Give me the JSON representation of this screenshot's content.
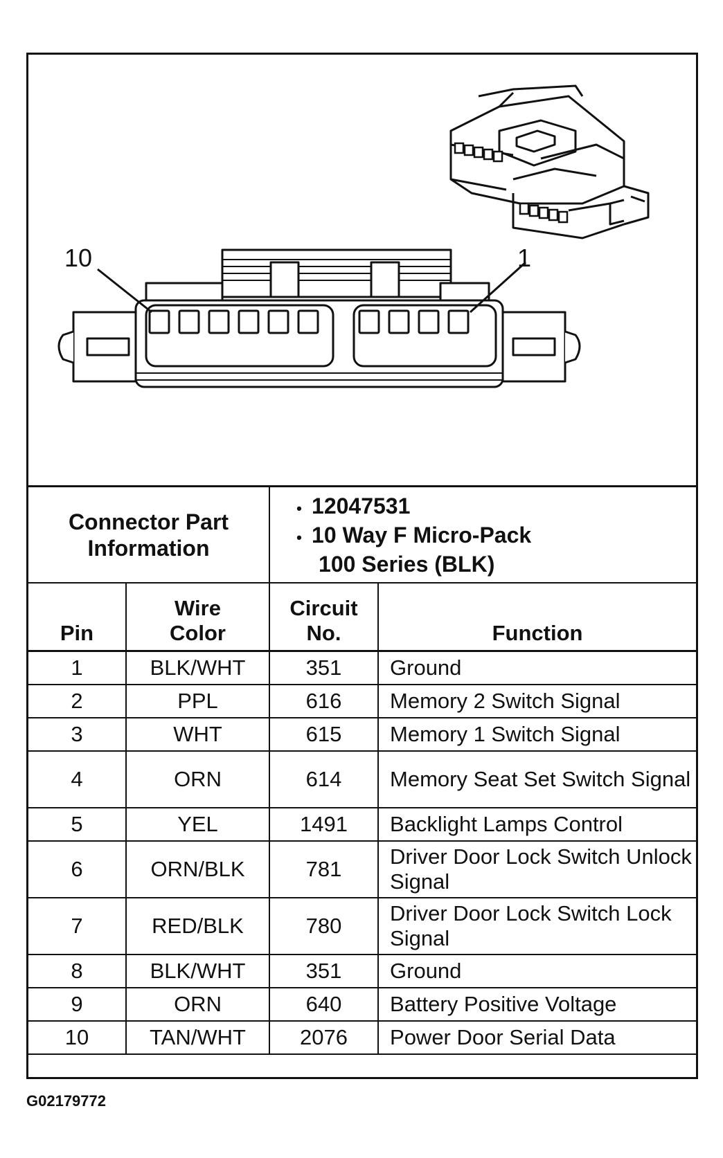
{
  "diagram": {
    "pin_label_left": "10",
    "pin_label_right": "1"
  },
  "connector_info": {
    "label": "Connector Part Information",
    "part_number": "12047531",
    "description_line1": "10 Way F Micro-Pack",
    "description_line2": "100 Series (BLK)",
    "bullet": "•"
  },
  "table": {
    "headers": {
      "pin": "Pin",
      "wire_color": "Wire Color",
      "circuit": "Circuit No.",
      "function": "Function"
    },
    "rows": [
      {
        "pin": "1",
        "wire_color": "BLK/WHT",
        "circuit": "351",
        "function": "Ground"
      },
      {
        "pin": "2",
        "wire_color": "PPL",
        "circuit": "616",
        "function": "Memory 2 Switch Signal"
      },
      {
        "pin": "3",
        "wire_color": "WHT",
        "circuit": "615",
        "function": "Memory 1 Switch Signal"
      },
      {
        "pin": "4",
        "wire_color": "ORN",
        "circuit": "614",
        "function": "Memory Seat Set Switch Signal"
      },
      {
        "pin": "5",
        "wire_color": "YEL",
        "circuit": "1491",
        "function": "Backlight Lamps Control"
      },
      {
        "pin": "6",
        "wire_color": "ORN/BLK",
        "circuit": "781",
        "function": "Driver Door Lock Switch Unlock Signal"
      },
      {
        "pin": "7",
        "wire_color": "RED/BLK",
        "circuit": "780",
        "function": "Driver Door Lock Switch Lock Signal"
      },
      {
        "pin": "8",
        "wire_color": "BLK/WHT",
        "circuit": "351",
        "function": "Ground"
      },
      {
        "pin": "9",
        "wire_color": "ORN",
        "circuit": "640",
        "function": "Battery Positive Voltage"
      },
      {
        "pin": "10",
        "wire_color": "TAN/WHT",
        "circuit": "2076",
        "function": "Power Door Serial Data"
      }
    ]
  },
  "figure_code": "G02179772"
}
